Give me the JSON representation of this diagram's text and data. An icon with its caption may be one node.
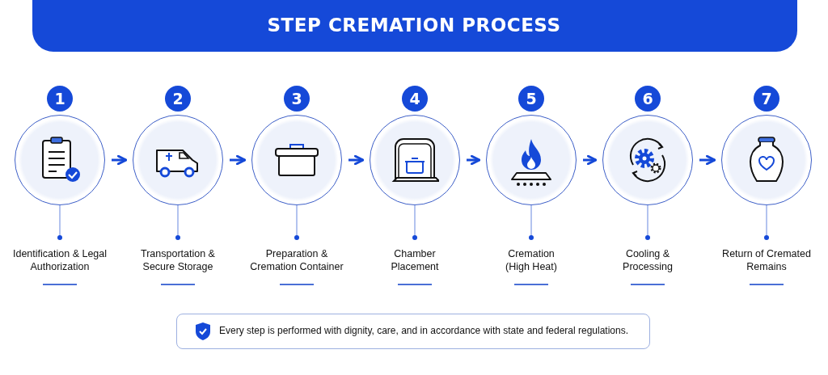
{
  "diagram": {
    "title": "STEP CREMATION PROCESS",
    "nodes": [
      {
        "text": [
          "1"
        ]
      },
      {
        "text": [
          "2"
        ]
      },
      {
        "text": [
          "3"
        ]
      },
      {
        "text": [
          "4"
        ]
      },
      {
        "text": [
          "5"
        ]
      },
      {
        "text": [
          "6"
        ]
      },
      {
        "text": [
          "7"
        ]
      },
      {
        "text": [
          "Identification & Legal Authorization"
        ]
      },
      {
        "text": [
          "Transportation & Secure Storage"
        ]
      },
      {
        "text": [
          "Preparation & Cremation Container"
        ]
      },
      {
        "text": [
          "Chamber Placement"
        ]
      },
      {
        "text": [
          "Cremation (High Heat)"
        ]
      },
      {
        "text": [
          "Cooling & Processing"
        ]
      },
      {
        "text": [
          "Return of Cremated Remains"
        ]
      }
    ],
    "edges": [
      {
        "from": 0,
        "to": 1,
        "arrow": "to",
        "style": "thick",
        "color": "#1549d8"
      },
      {
        "from": 1,
        "to": 2,
        "arrow": "to",
        "style": "thick",
        "color": "#1549d8"
      },
      {
        "from": 2,
        "to": 3,
        "arrow": "to",
        "style": "thick",
        "color": "#1549d8"
      },
      {
        "from": 3,
        "to": 4,
        "arrow": "to",
        "style": "thick",
        "color": "#1549d8"
      },
      {
        "from": 4,
        "to": 5,
        "arrow": "to",
        "style": "thick",
        "color": "#1549d8"
      },
      {
        "from": 5,
        "to": 6,
        "arrow": "to",
        "style": "thick",
        "color": "#1549d8"
      },
      {
        "from": 7,
        "to": 0,
        "arrow": "other"
      },
      {
        "from": 8,
        "to": 1,
        "arrow": "other"
      },
      {
        "from": 9,
        "to": 2,
        "arrow": "other"
      },
      {
        "from": 10,
        "to": 3,
        "arrow": "other"
      },
      {
        "from": 11,
        "to": 4,
        "arrow": "other"
      },
      {
        "from": 12,
        "to": 5,
        "arrow": "other"
      },
      {
        "from": 13,
        "to": 6,
        "arrow": "other"
      }
    ],
    "labels": [
      "Every step is performed with dignity, care, and in accordance with state and federal regulations."
    ]
  }
}
